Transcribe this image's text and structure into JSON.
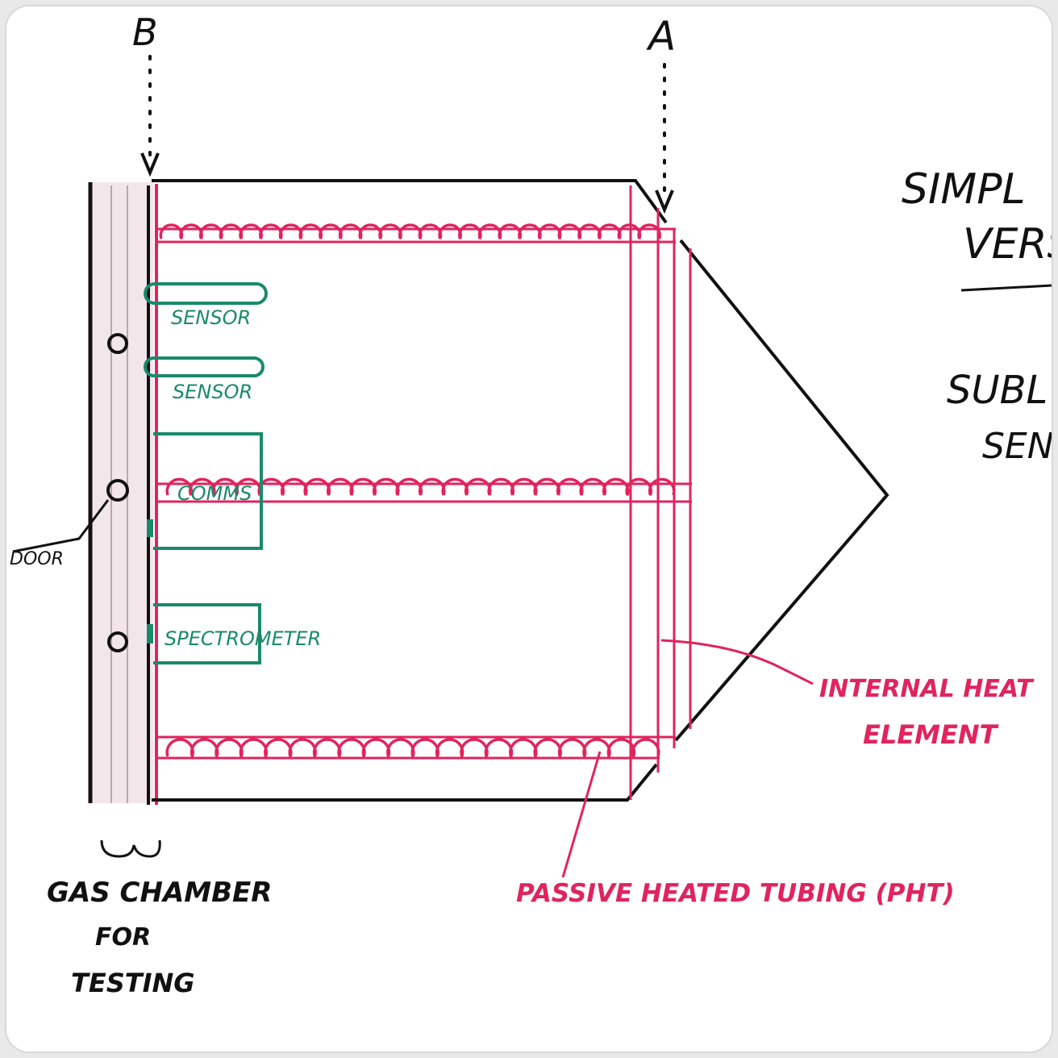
{
  "labels": {
    "b": "B",
    "a": "A",
    "sensor1": "SENSOR",
    "sensor2": "SENSOR",
    "comms": "COMMS",
    "spectrometer": "SPECTROMETER",
    "door": "DOOR",
    "gas_chamber_line1": "GAS CHAMBER",
    "gas_chamber_line2": "FOR",
    "gas_chamber_line3": "TESTING",
    "internal_heat_line1": "INTERNAL HEAT",
    "internal_heat_line2": "ELEMENT",
    "pht": "PASSIVE HEATED TUBING (PHT)",
    "side_title_line1": "SIMPL",
    "side_title_line2": "VERS",
    "side_sub_line1": "SUBL",
    "side_sub_line2": "SEN"
  },
  "colors": {
    "ink": "#111111",
    "heater": "#e0245e",
    "sensor": "#1a8a6a",
    "chamber_fill": "#f3e6ea"
  }
}
